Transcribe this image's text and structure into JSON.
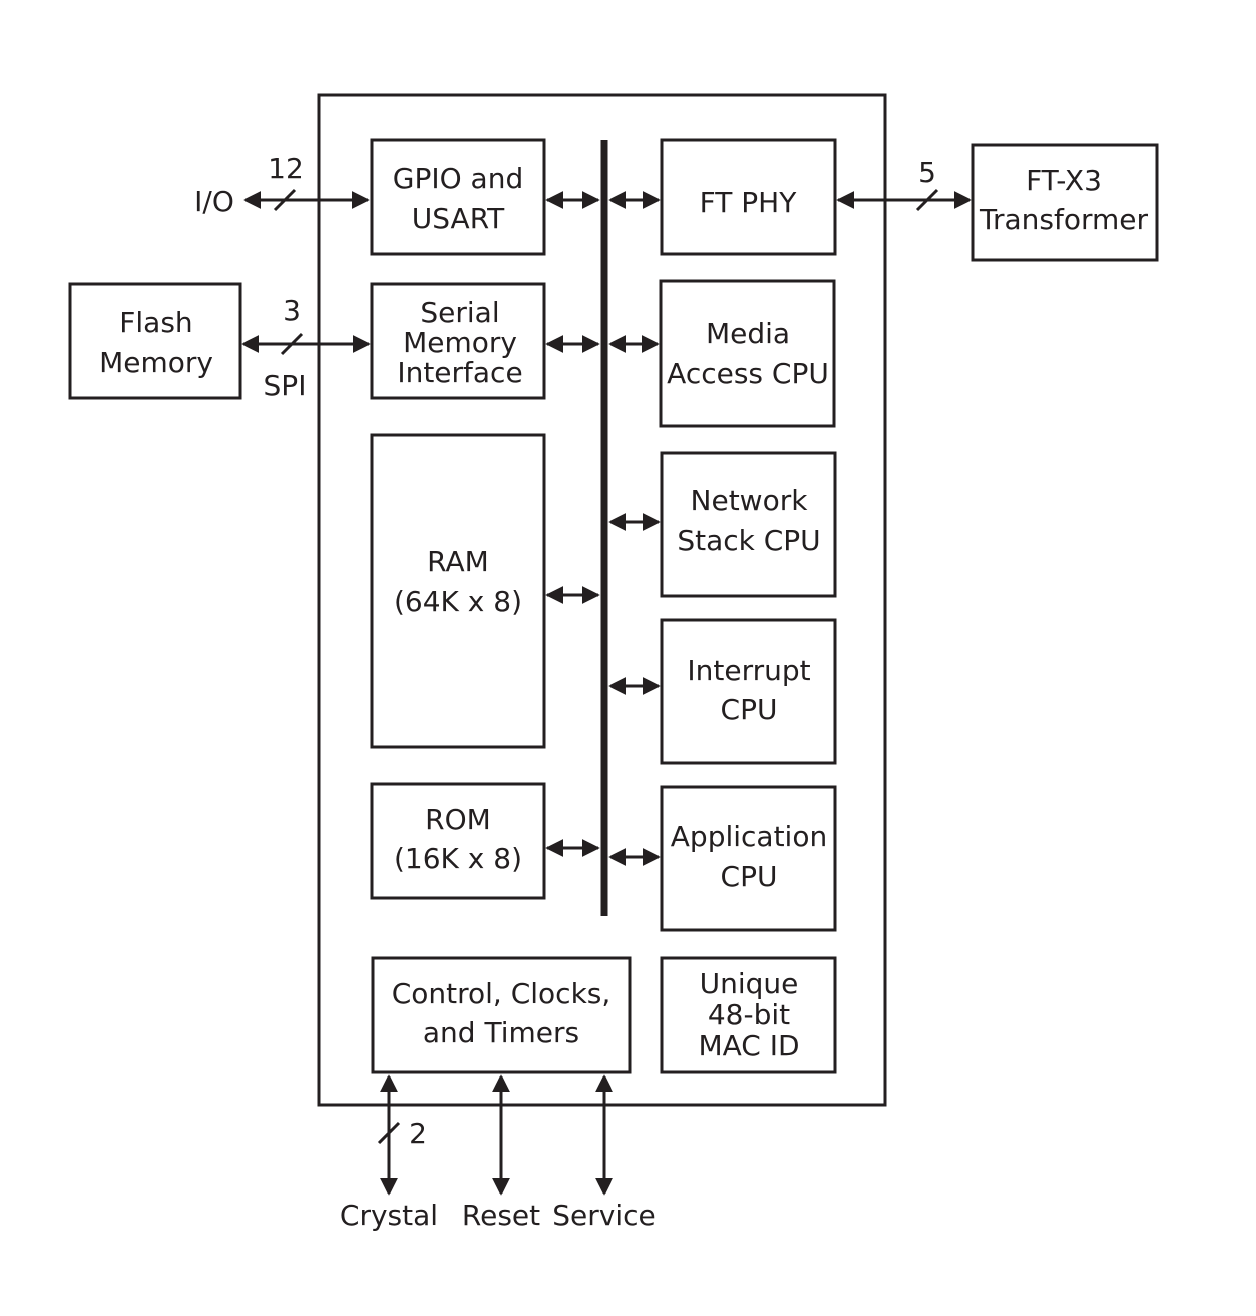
{
  "colors": {
    "ink": "#231f20",
    "background": "#ffffff"
  },
  "blocks": {
    "gpio": [
      "GPIO and",
      "USART"
    ],
    "serial_memory": [
      "Serial",
      "Memory",
      "Interface"
    ],
    "ram": [
      "RAM",
      "(64K x 8)"
    ],
    "rom": [
      "ROM",
      "(16K x 8)"
    ],
    "control": [
      "Control, Clocks,",
      "and Timers"
    ],
    "ft_phy": [
      "FT PHY"
    ],
    "media_access": [
      "Media",
      "Access CPU"
    ],
    "network_stack": [
      "Network",
      "Stack CPU"
    ],
    "interrupt": [
      "Interrupt",
      "CPU"
    ],
    "application": [
      "Application",
      "CPU"
    ],
    "mac_id": [
      "Unique",
      "48-bit",
      "MAC ID"
    ],
    "flash": [
      "Flash",
      "Memory"
    ],
    "transformer": [
      "FT-X3",
      "Transformer"
    ]
  },
  "signals": {
    "io_label": "I/O",
    "io_width": "12",
    "spi_label": "SPI",
    "spi_width": "3",
    "phy_width": "5",
    "crystal_label": "Crystal",
    "crystal_width": "2",
    "reset_label": "Reset",
    "service_label": "Service"
  }
}
